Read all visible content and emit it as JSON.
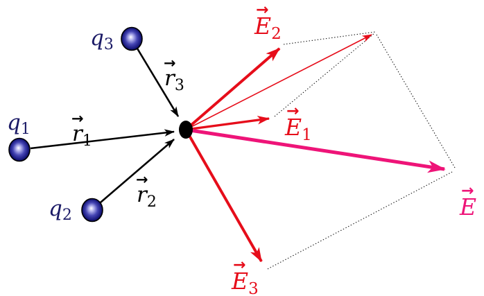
{
  "colors": {
    "red": "#e60d1a",
    "magenta": "#ee1478",
    "navy": "#1b1a66",
    "black": "#000000",
    "dotted_line": "#111111",
    "sphere_core": "#ffffff",
    "sphere_light": "#b8b8f0",
    "sphere_mid": "#4646b4",
    "sphere_dark": "#16167a",
    "sphere_edge": "#05052c"
  },
  "labels": {
    "q1": {
      "letter": "q",
      "sub": "1"
    },
    "q2": {
      "letter": "q",
      "sub": "2"
    },
    "q3": {
      "letter": "q",
      "sub": "3"
    },
    "r1": {
      "letter": "r",
      "sub": "1",
      "vec": "→"
    },
    "r2": {
      "letter": "r",
      "sub": "2",
      "vec": "→"
    },
    "r3": {
      "letter": "r",
      "sub": "3",
      "vec": "→"
    },
    "E1": {
      "letter": "E",
      "sub": "1",
      "vec": "→"
    },
    "E2": {
      "letter": "E",
      "sub": "2",
      "vec": "→"
    },
    "E3": {
      "letter": "E",
      "sub": "3",
      "vec": "→"
    },
    "E": {
      "letter": "E",
      "sub": "",
      "vec": "→"
    }
  }
}
